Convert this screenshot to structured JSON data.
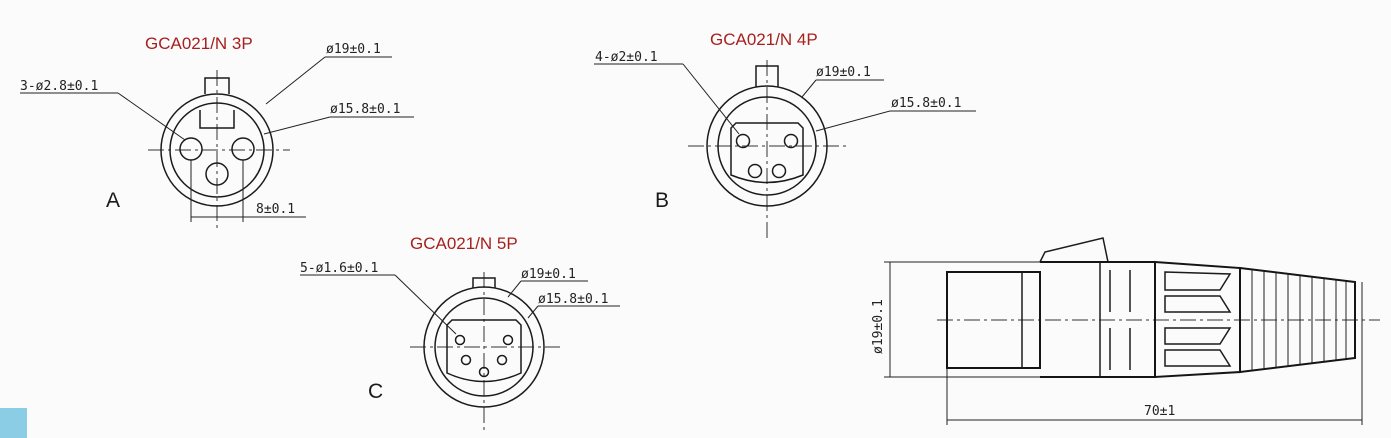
{
  "views": {
    "a": {
      "letter": "A",
      "title": "GCA021/N 3P",
      "pins_dim": "3-ø2.8±0.1",
      "outer_dim": "ø19±0.1",
      "inner_dim": "ø15.8±0.1",
      "spacing_dim": "8±0.1"
    },
    "b": {
      "letter": "B",
      "title": "GCA021/N 4P",
      "pins_dim": "4-ø2±0.1",
      "outer_dim": "ø19±0.1",
      "inner_dim": "ø15.8±0.1"
    },
    "c": {
      "letter": "C",
      "title": "GCA021/N 5P",
      "pins_dim": "5-ø1.6±0.1",
      "outer_dim": "ø19±0.1",
      "inner_dim": "ø15.8±0.1"
    }
  },
  "side_view": {
    "diameter_dim": "ø19±0.1",
    "length_dim": "70±1"
  },
  "colors": {
    "title": "#a8201e",
    "line": "#1b1b1b",
    "corner_marker": "#8ccde6"
  }
}
